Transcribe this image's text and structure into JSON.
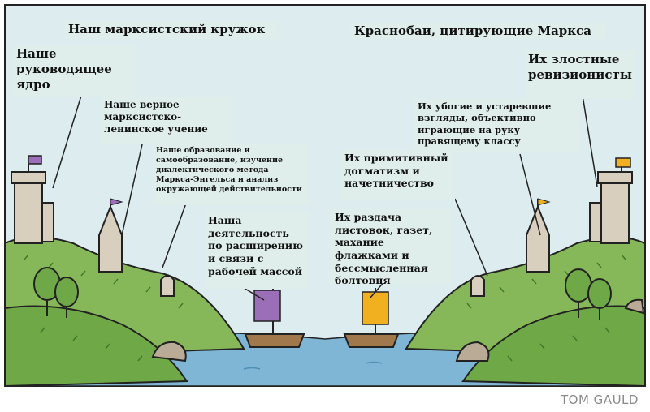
{
  "titles": {
    "left": "Наш марксистский кружок",
    "right": "Краснобаи, цитирующие Маркса"
  },
  "left_labels": {
    "core": "Наше руководящее ядро",
    "teaching": "Наше верное марксистско-ленинское учение",
    "education": "Наше образование и самообразование, изучение диалектического метода Маркса-Энгельса и анализ окружающей действительности",
    "activity": "Наша деятельность по расширению и связи с рабочей массой"
  },
  "right_labels": {
    "revisionists": "Их злостные ревизионисты",
    "views": "Их убогие и устаревшие взгляды, объективно играющие на руку правящему классу",
    "dogmatism": "Их примитивный догматизм и начетничество",
    "leaflets": "Их раздача листовок, газет, махание флажками и бессмысленная болтовня"
  },
  "credit": "TOM GAULD",
  "colors": {
    "sky": "#dcecef",
    "grass": "#86b85a",
    "grass_dark": "#5e9a3c",
    "water": "#7fb6d6",
    "stone": "#d9cfbf",
    "left_flag": "#9b6fb8",
    "right_flag": "#f0b020",
    "label_bg": "#dfeeea"
  }
}
